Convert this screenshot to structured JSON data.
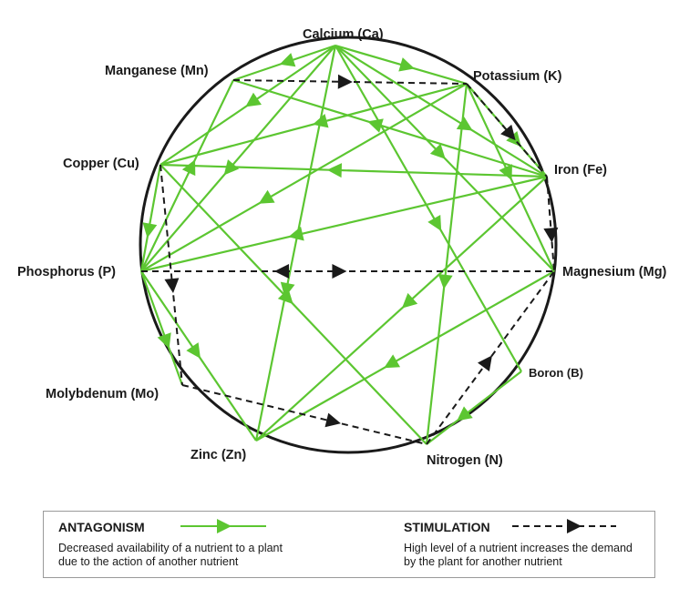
{
  "nodes": {
    "calcium": "Calcium (Ca)",
    "potassium": "Potassium (K)",
    "iron": "Iron (Fe)",
    "magnesium": "Magnesium (Mg)",
    "boron": "Boron (B)",
    "nitrogen": "Nitrogen (N)",
    "zinc": "Zinc (Zn)",
    "molybdenum": "Molybdenum (Mo)",
    "phosphorus": "Phosphorus (P)",
    "copper": "Copper (Cu)",
    "manganese": "Manganese (Mn)"
  },
  "antagonism": [
    [
      "calcium",
      "manganese"
    ],
    [
      "calcium",
      "potassium"
    ],
    [
      "calcium",
      "iron"
    ],
    [
      "calcium",
      "magnesium"
    ],
    [
      "calcium",
      "boron"
    ],
    [
      "calcium",
      "zinc"
    ],
    [
      "calcium",
      "copper"
    ],
    [
      "calcium",
      "phosphorus"
    ],
    [
      "potassium",
      "iron"
    ],
    [
      "potassium",
      "magnesium"
    ],
    [
      "potassium",
      "nitrogen"
    ],
    [
      "potassium",
      "phosphorus"
    ],
    [
      "potassium",
      "copper"
    ],
    [
      "iron",
      "copper"
    ],
    [
      "iron",
      "phosphorus"
    ],
    [
      "iron",
      "zinc"
    ],
    [
      "iron",
      "manganese"
    ],
    [
      "copper",
      "phosphorus"
    ],
    [
      "copper",
      "nitrogen"
    ],
    [
      "phosphorus",
      "manganese"
    ],
    [
      "phosphorus",
      "molybdenum"
    ],
    [
      "phosphorus",
      "zinc"
    ],
    [
      "magnesium",
      "zinc"
    ],
    [
      "boron",
      "nitrogen"
    ]
  ],
  "stimulation": [
    [
      "manganese",
      "potassium"
    ],
    [
      "potassium",
      "iron"
    ],
    [
      "iron",
      "magnesium"
    ],
    [
      "phosphorus",
      "magnesium"
    ],
    [
      "copper",
      "molybdenum"
    ],
    [
      "molybdenum",
      "nitrogen"
    ],
    [
      "nitrogen",
      "magnesium"
    ]
  ],
  "legend": {
    "antagonism_title": "ANTAGONISM",
    "antagonism_desc": "Decreased availability of a nutrient to a plant\ndue to the action of another nutrient",
    "stimulation_title": "STIMULATION",
    "stimulation_desc": "High level of a nutrient increases the demand\nby the plant for another nutrient"
  },
  "colors": {
    "antagonism": "#5cc631",
    "stimulation": "#1a1a1a",
    "circle": "#1a1a1a"
  }
}
